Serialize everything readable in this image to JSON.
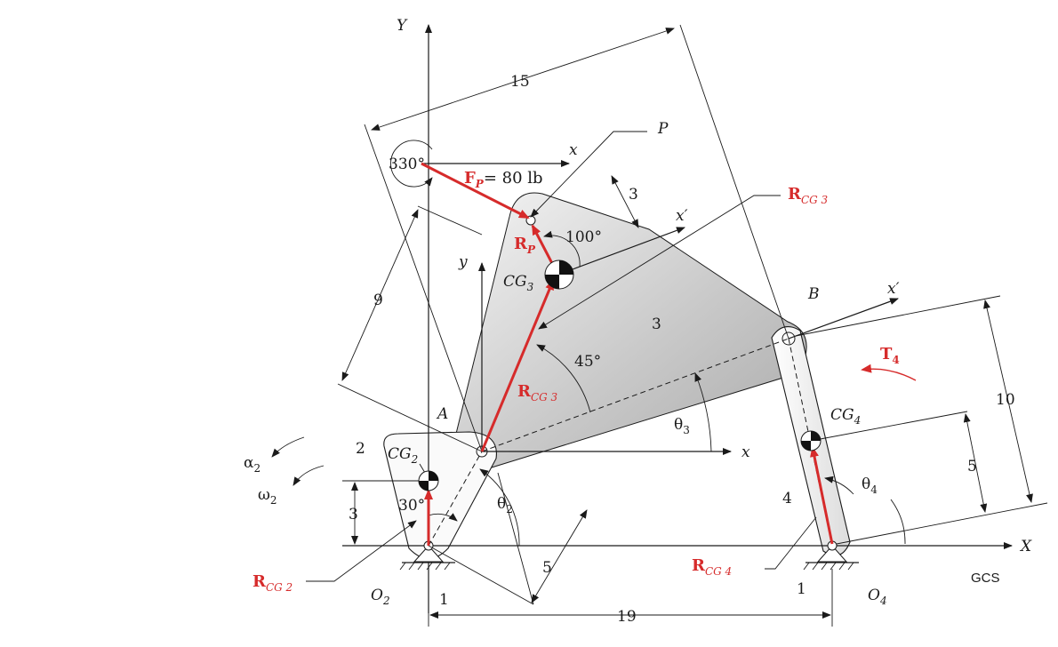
{
  "figure": {
    "axes": {
      "Y": "Y",
      "X": "X",
      "gcs": "GCS"
    },
    "links": {
      "link2": "2",
      "link3": "3",
      "link4": "4",
      "ground_left": "1",
      "ground_right": "1"
    },
    "points": {
      "A": "A",
      "B": "B",
      "P": "P",
      "O2": "O",
      "O2_sub": "2",
      "O4": "O",
      "O4_sub": "4"
    },
    "cg": {
      "cg2": "CG",
      "cg2_sub": "2",
      "cg3": "CG",
      "cg3_sub": "3",
      "cg4": "CG",
      "cg4_sub": "4"
    },
    "dimensions": {
      "d15": "15",
      "d9": "9",
      "d3_top": "3",
      "d10": "10",
      "d5_right": "5",
      "d3_left": "3",
      "d5_bottom": "5",
      "d19": "19"
    },
    "angles": {
      "a330": "330°",
      "a100": "100°",
      "a45": "45°",
      "a30": "30°",
      "theta2": "θ",
      "theta2_sub": "2",
      "theta3": "θ",
      "theta3_sub": "3",
      "theta4": "θ",
      "theta4_sub": "4"
    },
    "vectors": {
      "fp_main": "F",
      "fp_sub": "P",
      "fp_value": "= 80 lb",
      "rp_main": "R",
      "rp_sub": "P",
      "rcg3_main": "R",
      "rcg3_sub": "CG 3",
      "rcg3_label_main": "R",
      "rcg3_label_sub": "CG 3",
      "rcg2_main": "R",
      "rcg2_sub": "CG 2",
      "rcg4_main": "R",
      "rcg4_sub": "CG 4",
      "t4_main": "T",
      "t4_sub": "4"
    },
    "kinematics": {
      "alpha2": "α",
      "alpha2_sub": "2",
      "omega2": "ω",
      "omega2_sub": "2"
    },
    "local_axes": {
      "x_top": "x",
      "xprime_top": "x′",
      "y_cg3": "y",
      "x_a": "x",
      "xprime_b": "x′"
    }
  }
}
